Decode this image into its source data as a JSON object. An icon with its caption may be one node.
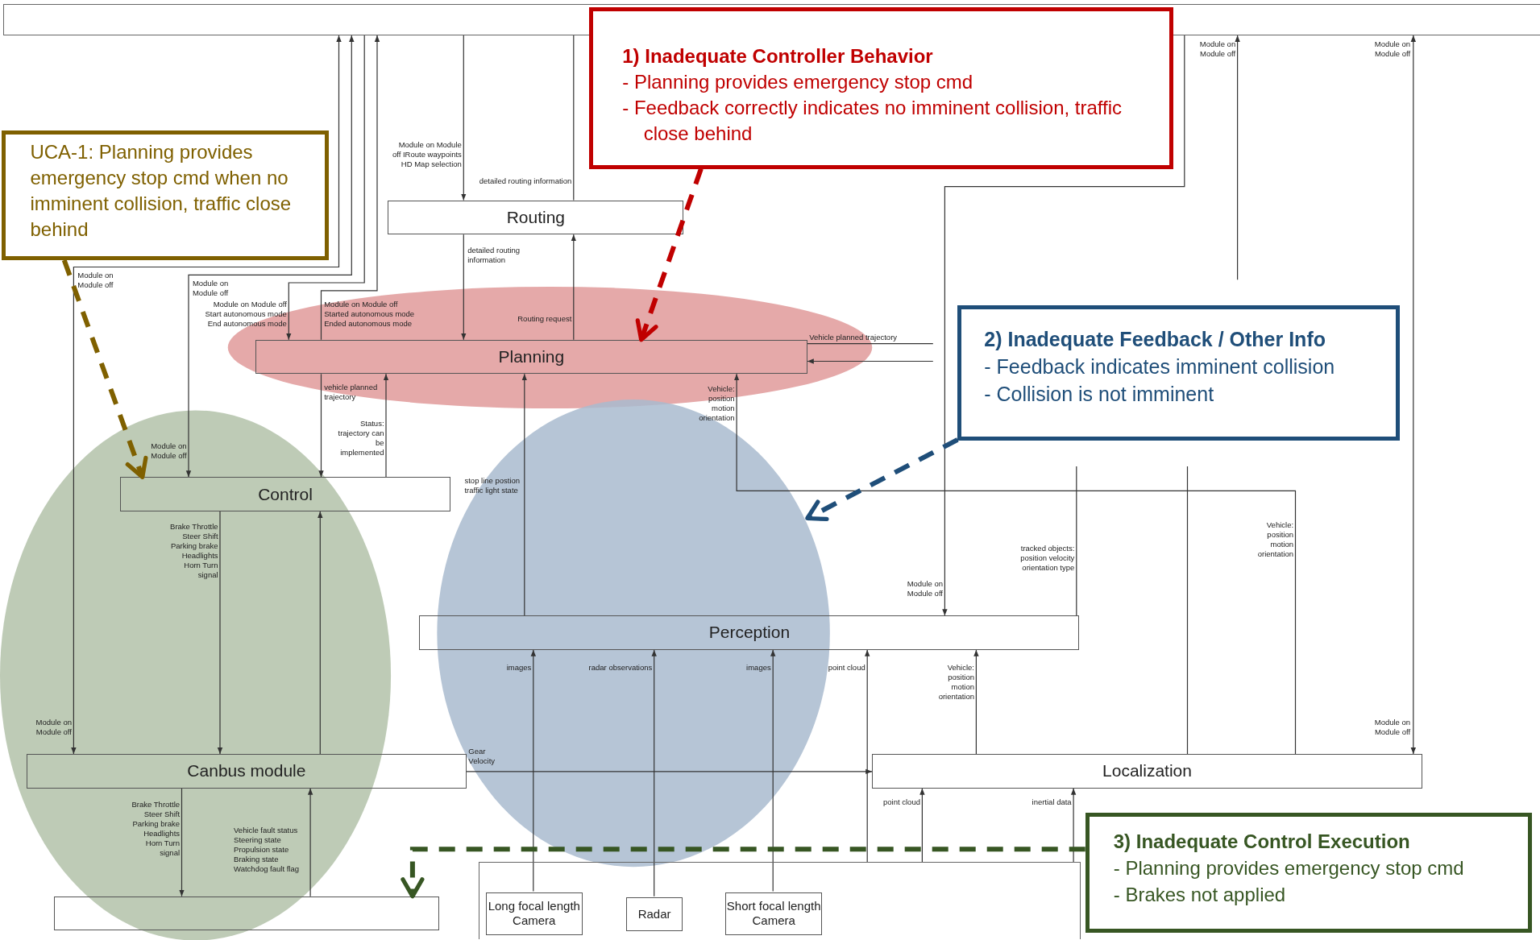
{
  "diagram": {
    "nodes": [
      {
        "text": [],
        "shape": "box"
      },
      {
        "text": [
          "UCA-1: Planning provides emergency stop cmd when no imminent collision, traffic close behind"
        ]
      },
      {
        "text": [
          "1) Inadequate Controller Behavior",
          "- Planning provides emergency stop cmd",
          "- Feedback correctly indicates no imminent collision, traffic close behind"
        ]
      },
      {
        "text": [
          "Routing"
        ]
      },
      {
        "text": [
          "Planning"
        ]
      },
      {
        "text": [
          "2) Inadequate Feedback / Other Info",
          "- Feedback indicates imminent collision",
          "- Collision is not imminent"
        ]
      },
      {
        "text": [
          "Control"
        ]
      },
      {
        "text": [
          "Perception"
        ]
      },
      {
        "text": [
          "Canbus module"
        ]
      },
      {
        "text": [
          "Localization"
        ]
      },
      {
        "text": [
          "3) Inadequate Control Execution",
          "- Planning provides emergency stop cmd",
          "- Brakes not applied"
        ]
      },
      {
        "text": [],
        "shape": "box"
      },
      {
        "text": [],
        "shape": "box"
      },
      {
        "text": [
          "Long focal length Camera"
        ],
        "in": 11
      },
      {
        "text": [
          "Radar"
        ],
        "in": 11
      },
      {
        "text": [
          "Short focal length Camera"
        ],
        "in": 11
      }
    ],
    "edges": [
      {
        "from": 8,
        "to": 0,
        "arrow": "both",
        "label": "Module on Module off"
      },
      {
        "from": 6,
        "to": 0,
        "arrow": "both",
        "label": "Module on Module off"
      },
      {
        "from": 0,
        "to": 4,
        "arrow": "to",
        "label": "Module on Module off Start autonomous mode End autonomous mode"
      },
      {
        "from": 4,
        "to": 0,
        "arrow": "to",
        "label": "Module on Module off Started autonomous mode Ended autonomous mode"
      },
      {
        "from": 0,
        "to": 3,
        "arrow": "to",
        "label": "Module on Module off IRoute waypoints HD Map selection"
      },
      {
        "from": 3,
        "to": 4,
        "arrow": "to",
        "label": "detailed routing information"
      },
      {
        "from": 3,
        "to": 0,
        "arrow": "none",
        "label": "detailed routing information"
      },
      {
        "from": 4,
        "to": 3,
        "arrow": "to",
        "label": "Routing request"
      },
      {
        "from": 0,
        "to": 7,
        "arrow": "to",
        "label": "Module on Module off"
      },
      {
        "from": null,
        "to": 0,
        "arrow": "to",
        "label": "Module on Module off"
      },
      {
        "from": 9,
        "to": 0,
        "arrow": "both",
        "label": "Module on Module off"
      },
      {
        "from": 4,
        "to": null,
        "arrow": "none",
        "label": "Vehicle planned trajectory"
      },
      {
        "from": null,
        "to": 4,
        "arrow": "to"
      },
      {
        "from": 9,
        "to": 4,
        "arrow": "to",
        "label": "Vehicle: position motion orientation"
      },
      {
        "from": 7,
        "to": null,
        "arrow": "none",
        "label": "tracked objects: position velocity orientation type"
      },
      {
        "from": 9,
        "to": null,
        "arrow": "none"
      },
      {
        "from": 4,
        "to": 6,
        "arrow": "to",
        "label": "vehicle planned trajectory"
      },
      {
        "from": 6,
        "to": 4,
        "arrow": "to",
        "label": "Status: trajectory can be implemented"
      },
      {
        "from": 7,
        "to": 4,
        "arrow": "to",
        "label": "stop line postion traffic light state"
      },
      {
        "from": 6,
        "to": 8,
        "arrow": "to",
        "label": "Brake Throttle Steer Shift Parking brake Headlights Horn Turn signal"
      },
      {
        "from": 8,
        "to": 6,
        "arrow": "to"
      },
      {
        "from": 8,
        "to": 9,
        "arrow": "to",
        "label": "Gear Velocity"
      },
      {
        "from": 8,
        "to": 12,
        "arrow": "to",
        "label": "Brake Throttle Steer Shift Parking brake Headlights Horn Turn signal"
      },
      {
        "from": 12,
        "to": 8,
        "arrow": "to",
        "label": "Vehicle fault status Steering state Propulsion state Braking state Watchdog fault flag"
      },
      {
        "from": 13,
        "to": 7,
        "arrow": "to",
        "label": "images"
      },
      {
        "from": 14,
        "to": 7,
        "arrow": "to",
        "label": "radar observations"
      },
      {
        "from": 15,
        "to": 7,
        "arrow": "to",
        "label": "images"
      },
      {
        "from": 11,
        "to": 7,
        "arrow": "to",
        "label": "point cloud"
      },
      {
        "from": 9,
        "to": 7,
        "arrow": "to",
        "label": "Vehicle: position motion orientation"
      },
      {
        "from": 11,
        "to": 9,
        "arrow": "to",
        "label": "point cloud"
      },
      {
        "from": 11,
        "to": 9,
        "arrow": "to",
        "label": "inertial data"
      },
      {
        "from": 1,
        "to": 6,
        "arrow": "to",
        "style": "dashed",
        "color": "#7f6000"
      },
      {
        "from": 2,
        "to": 4,
        "arrow": "to",
        "style": "dashed",
        "color": "#c00000"
      },
      {
        "from": 5,
        "to": null,
        "arrow": "to",
        "style": "dashed",
        "color": "#1f4e79"
      },
      {
        "from": 10,
        "to": 12,
        "arrow": "to",
        "style": "dashed",
        "color": "#375623"
      }
    ],
    "labels": [
      "Module on Module off",
      "Vehicle: position motion orientation",
      "Module on Module off",
      "Module on Module off"
    ]
  }
}
